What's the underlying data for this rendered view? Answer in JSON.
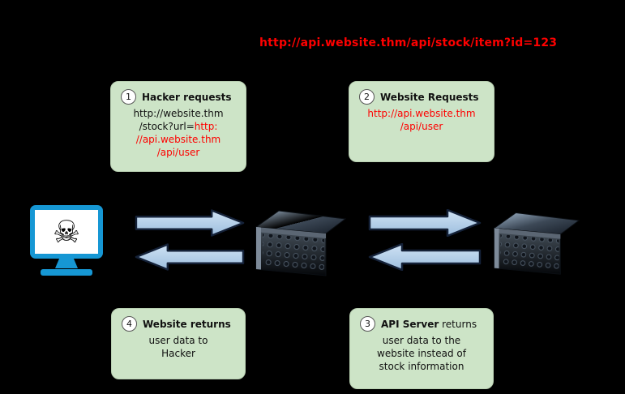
{
  "colors": {
    "background": "#000000",
    "box_green": "#cde4c7",
    "accent_red": "#fe0000",
    "monitor_blue": "#1697d4",
    "arrow_fill": "#aecbe8",
    "arrow_outline": "#142138"
  },
  "attack_url": "http://api.website.thm/api/stock/item?id=123",
  "steps": {
    "step1": {
      "number": "1",
      "title": "Hacker requests",
      "url_line1": "http://website.thm",
      "url_line2_black": "/stock?url=",
      "url_line2_red": "http:",
      "url_line3_red": "//api.website.thm",
      "url_line4_red": "/api/user"
    },
    "step2": {
      "number": "2",
      "title": "Website Requests",
      "url_line1_red": "http://api.website.thm",
      "url_line2_red": "/api/user"
    },
    "step3": {
      "number": "3",
      "title_bold": "API Server",
      "title_rest": " returns",
      "line1": "user data to the",
      "line2": "website instead of",
      "line3": "stock information"
    },
    "step4": {
      "number": "4",
      "title": "Website returns",
      "line1": "user data to",
      "line2": "Hacker"
    }
  },
  "icons": {
    "hacker_screen_glyph": "☠"
  }
}
